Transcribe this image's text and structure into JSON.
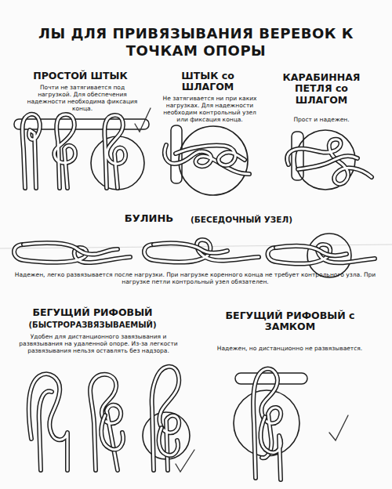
{
  "diagram": {
    "title": "ЛЫ ДЛЯ ПРИВЯЗЫВАНИЯ ВЕРЕВОК К ТОЧКАМ ОПОРЫ",
    "labels": [
      "ПРОСТОЙ ШТЫК",
      "Почти не затягивается под нагрузкой. Для обеспечения надежности необходима фиксация конца.",
      "ШТЫК со ШЛАГОМ",
      "Не затягивается ни при каких нагрузках. Для надежности необходим контрольный узел или фиксация конца.",
      "КАРАБИННАЯ ПЕТЛЯ со ШЛАГОМ",
      "Прост и надежен.",
      "БУЛИНЬ",
      "(БЕСЕДОЧНЫЙ УЗЕЛ)",
      "Надежен, легко развязывается после нагрузки. При нагрузке коренного конца не требует контрольного узла. При нагрузке петли контрольный узел обязателен.",
      "БЕГУЩИЙ РИФОВЫЙ",
      "(БЫСТРОРАЗВЯЗЫВАЕМЫЙ)",
      "Удобен для дистанционного завязывания и развязывания на удаленной опоре. Из-за легкости развязывания нельзя оставлять без надзора.",
      "БЕГУЩИЙ РИФОВЫЙ с ЗАМКОМ",
      "Надежен, но дистанционно не развязывается."
    ]
  }
}
